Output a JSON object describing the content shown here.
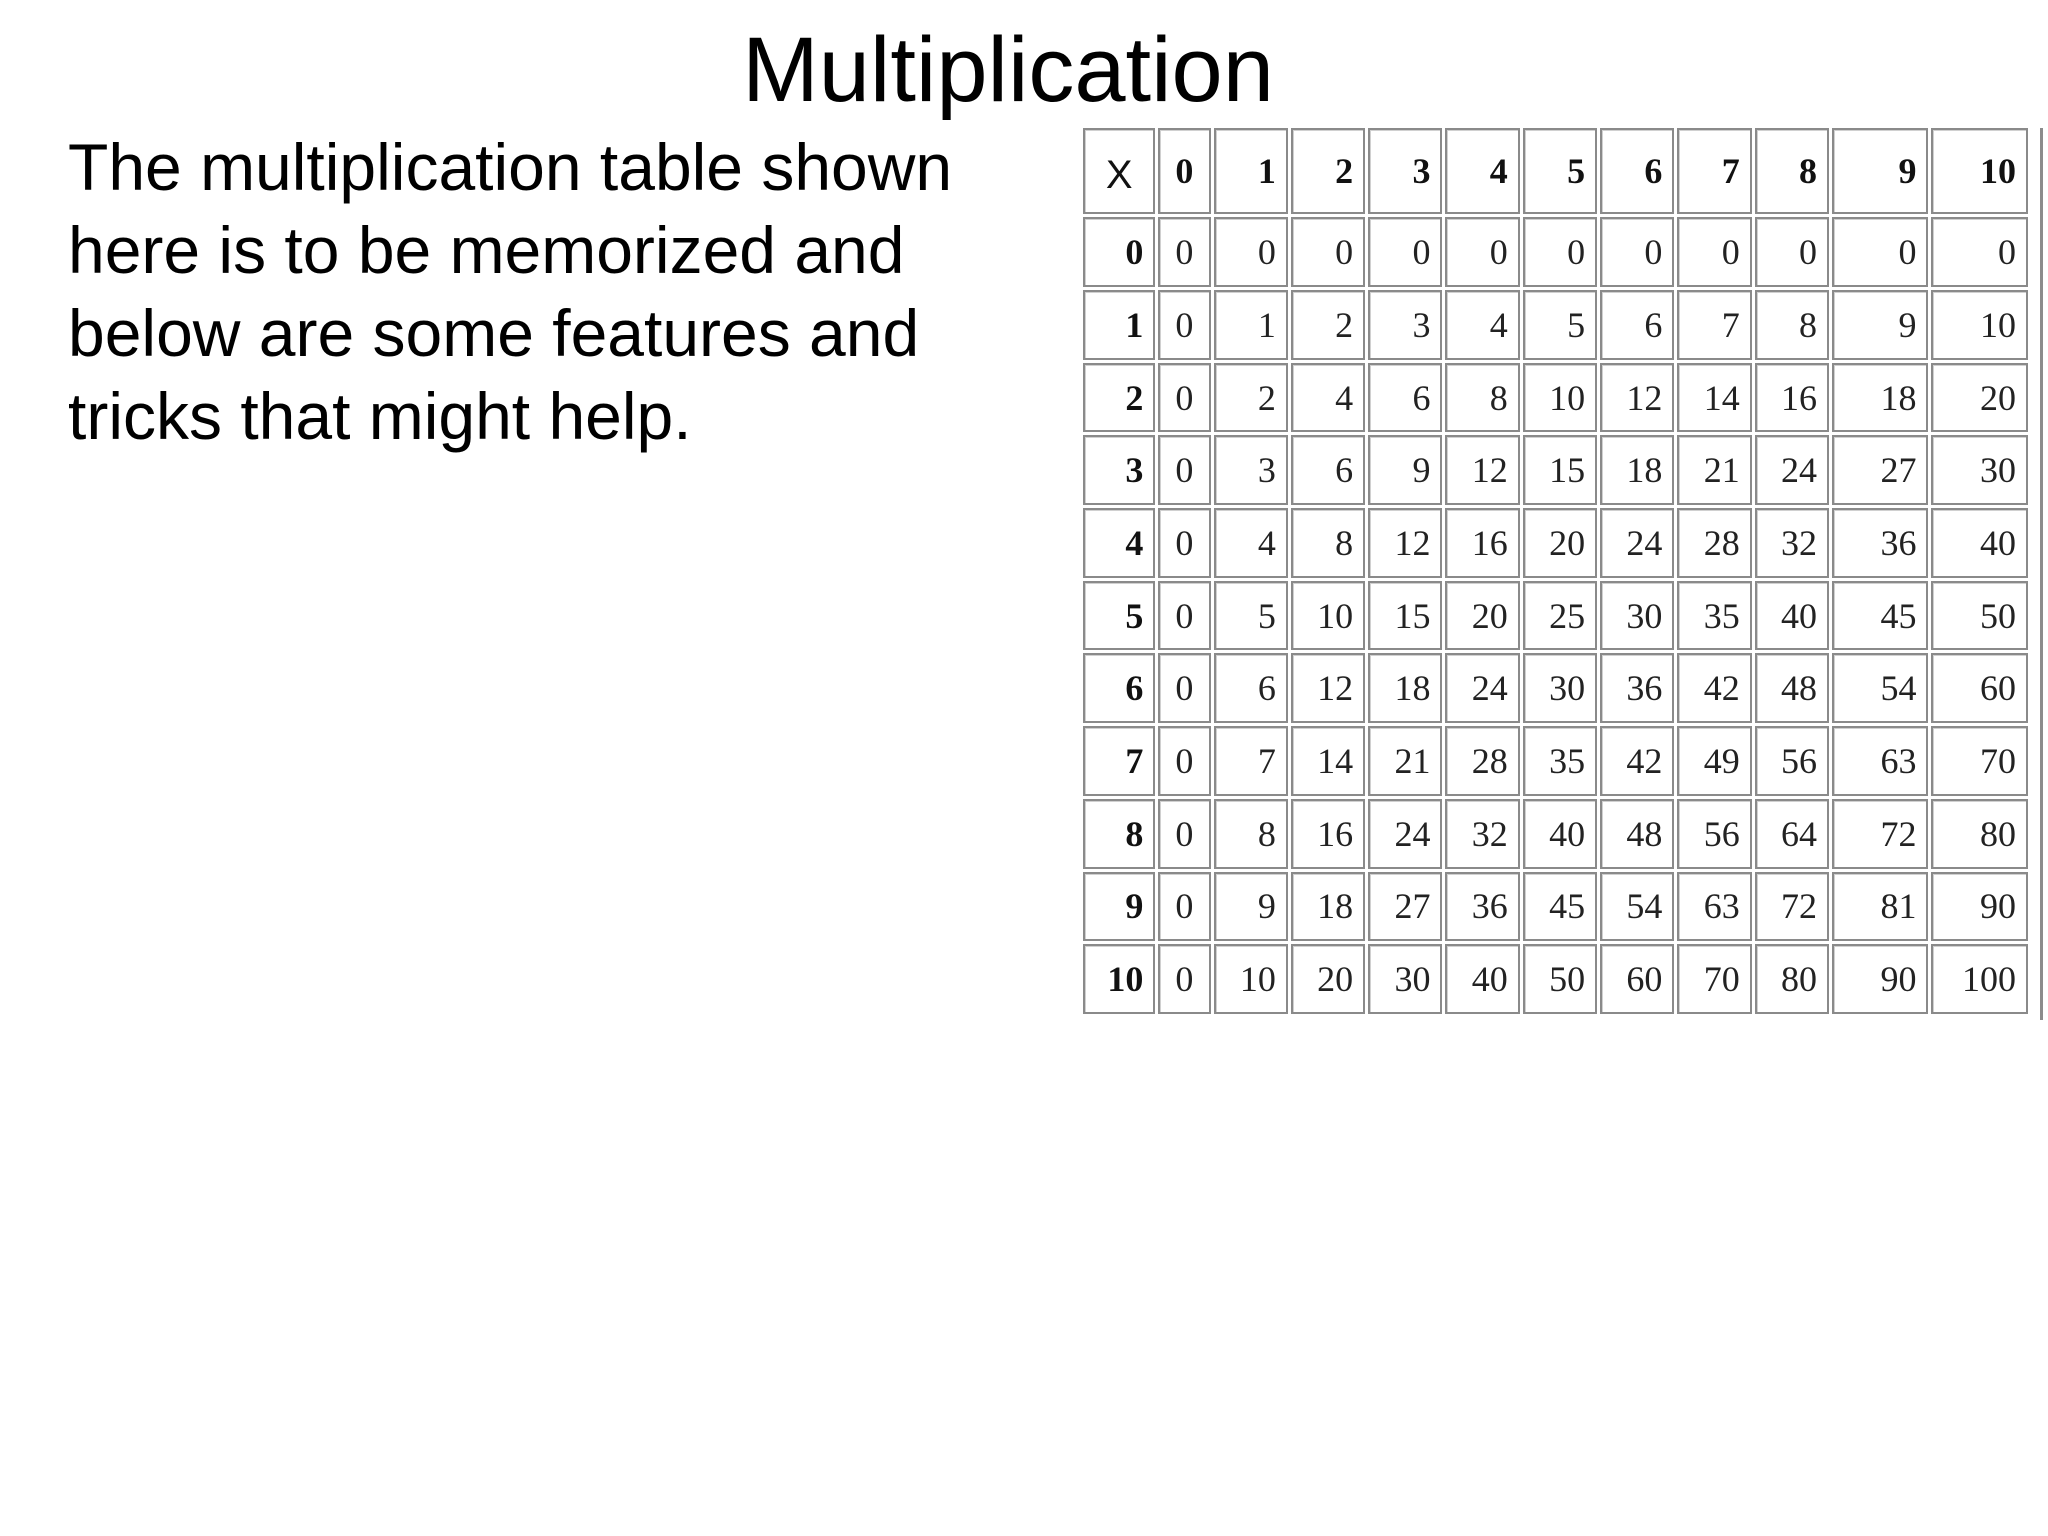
{
  "slide": {
    "title": "Multiplication",
    "body": "The multiplication table shown here is to be memorized and below are some features and tricks that might help."
  },
  "table": {
    "corner_label": "X",
    "column_headers": [
      "0",
      "1",
      "2",
      "3",
      "4",
      "5",
      "6",
      "7",
      "8",
      "9",
      "10"
    ],
    "rows": [
      {
        "header": "0",
        "cells": [
          "0",
          "0",
          "0",
          "0",
          "0",
          "0",
          "0",
          "0",
          "0",
          "0",
          "0"
        ]
      },
      {
        "header": "1",
        "cells": [
          "0",
          "1",
          "2",
          "3",
          "4",
          "5",
          "6",
          "7",
          "8",
          "9",
          "10"
        ]
      },
      {
        "header": "2",
        "cells": [
          "0",
          "2",
          "4",
          "6",
          "8",
          "10",
          "12",
          "14",
          "16",
          "18",
          "20"
        ]
      },
      {
        "header": "3",
        "cells": [
          "0",
          "3",
          "6",
          "9",
          "12",
          "15",
          "18",
          "21",
          "24",
          "27",
          "30"
        ]
      },
      {
        "header": "4",
        "cells": [
          "0",
          "4",
          "8",
          "12",
          "16",
          "20",
          "24",
          "28",
          "32",
          "36",
          "40"
        ]
      },
      {
        "header": "5",
        "cells": [
          "0",
          "5",
          "10",
          "15",
          "20",
          "25",
          "30",
          "35",
          "40",
          "45",
          "50"
        ]
      },
      {
        "header": "6",
        "cells": [
          "0",
          "6",
          "12",
          "18",
          "24",
          "30",
          "36",
          "42",
          "48",
          "54",
          "60"
        ]
      },
      {
        "header": "7",
        "cells": [
          "0",
          "7",
          "14",
          "21",
          "28",
          "35",
          "42",
          "49",
          "56",
          "63",
          "70"
        ]
      },
      {
        "header": "8",
        "cells": [
          "0",
          "8",
          "16",
          "24",
          "32",
          "40",
          "48",
          "56",
          "64",
          "72",
          "80"
        ]
      },
      {
        "header": "9",
        "cells": [
          "0",
          "9",
          "18",
          "27",
          "36",
          "45",
          "54",
          "63",
          "72",
          "81",
          "90"
        ]
      },
      {
        "header": "10",
        "cells": [
          "0",
          "10",
          "20",
          "30",
          "40",
          "50",
          "60",
          "70",
          "80",
          "90",
          "100"
        ]
      }
    ]
  }
}
